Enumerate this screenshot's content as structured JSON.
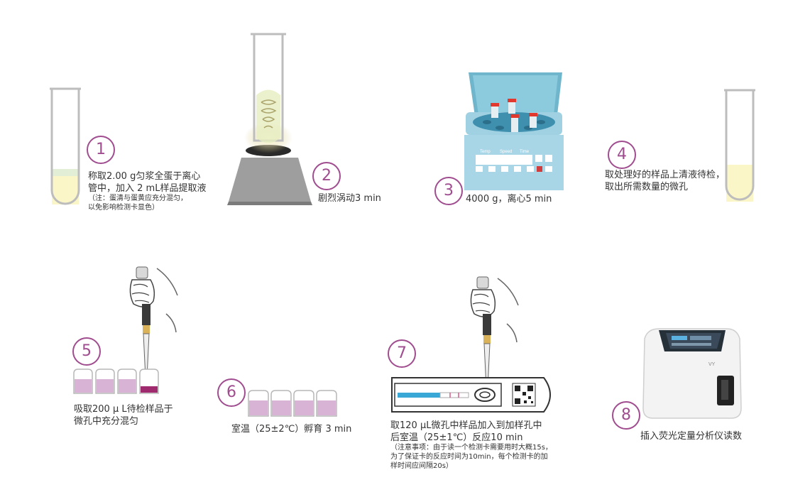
{
  "steps": [
    {
      "num": "1",
      "lines": [
        "称取2.00 g匀浆全蛋于离心",
        "管中，加入 2 mL样品提取液"
      ],
      "note": [
        "（注：蛋清与蛋黄应充分混匀，",
        "以免影响检测卡显色）"
      ]
    },
    {
      "num": "2",
      "lines": [
        "剧烈涡动3 min"
      ]
    },
    {
      "num": "3",
      "lines": [
        "4000 g，离心5 min"
      ]
    },
    {
      "num": "4",
      "lines": [
        "取处理好的样品上清液待检，",
        "取出所需数量的微孔"
      ]
    },
    {
      "num": "5",
      "lines": [
        "吸取200 μ L待检样品于",
        "微孔中充分混匀"
      ]
    },
    {
      "num": "6",
      "lines": [
        "室温（25±2℃）孵育 3 min"
      ]
    },
    {
      "num": "7",
      "lines": [
        "取120 μL微孔中样品加入到加样孔中",
        "后室温（25±1℃）反应10 min"
      ],
      "note": [
        "（注意事项：由于读一个检测卡需要用时大概15s，",
        "为了保证卡的反应时间为10min，每个检测卡的加",
        "样时间应间隔20s）"
      ]
    },
    {
      "num": "8",
      "lines": [
        "插入荧光定量分析仪读数"
      ]
    }
  ],
  "centrifuge_panel": {
    "labels": [
      "Temp",
      "Speed",
      "Time"
    ]
  },
  "colors": {
    "accent": "#a04d8f",
    "liquid": "#fbf6c8",
    "well_fill": "#d9b3d6",
    "well_dark": "#a02a6e",
    "panel": "#a9d6e6"
  }
}
